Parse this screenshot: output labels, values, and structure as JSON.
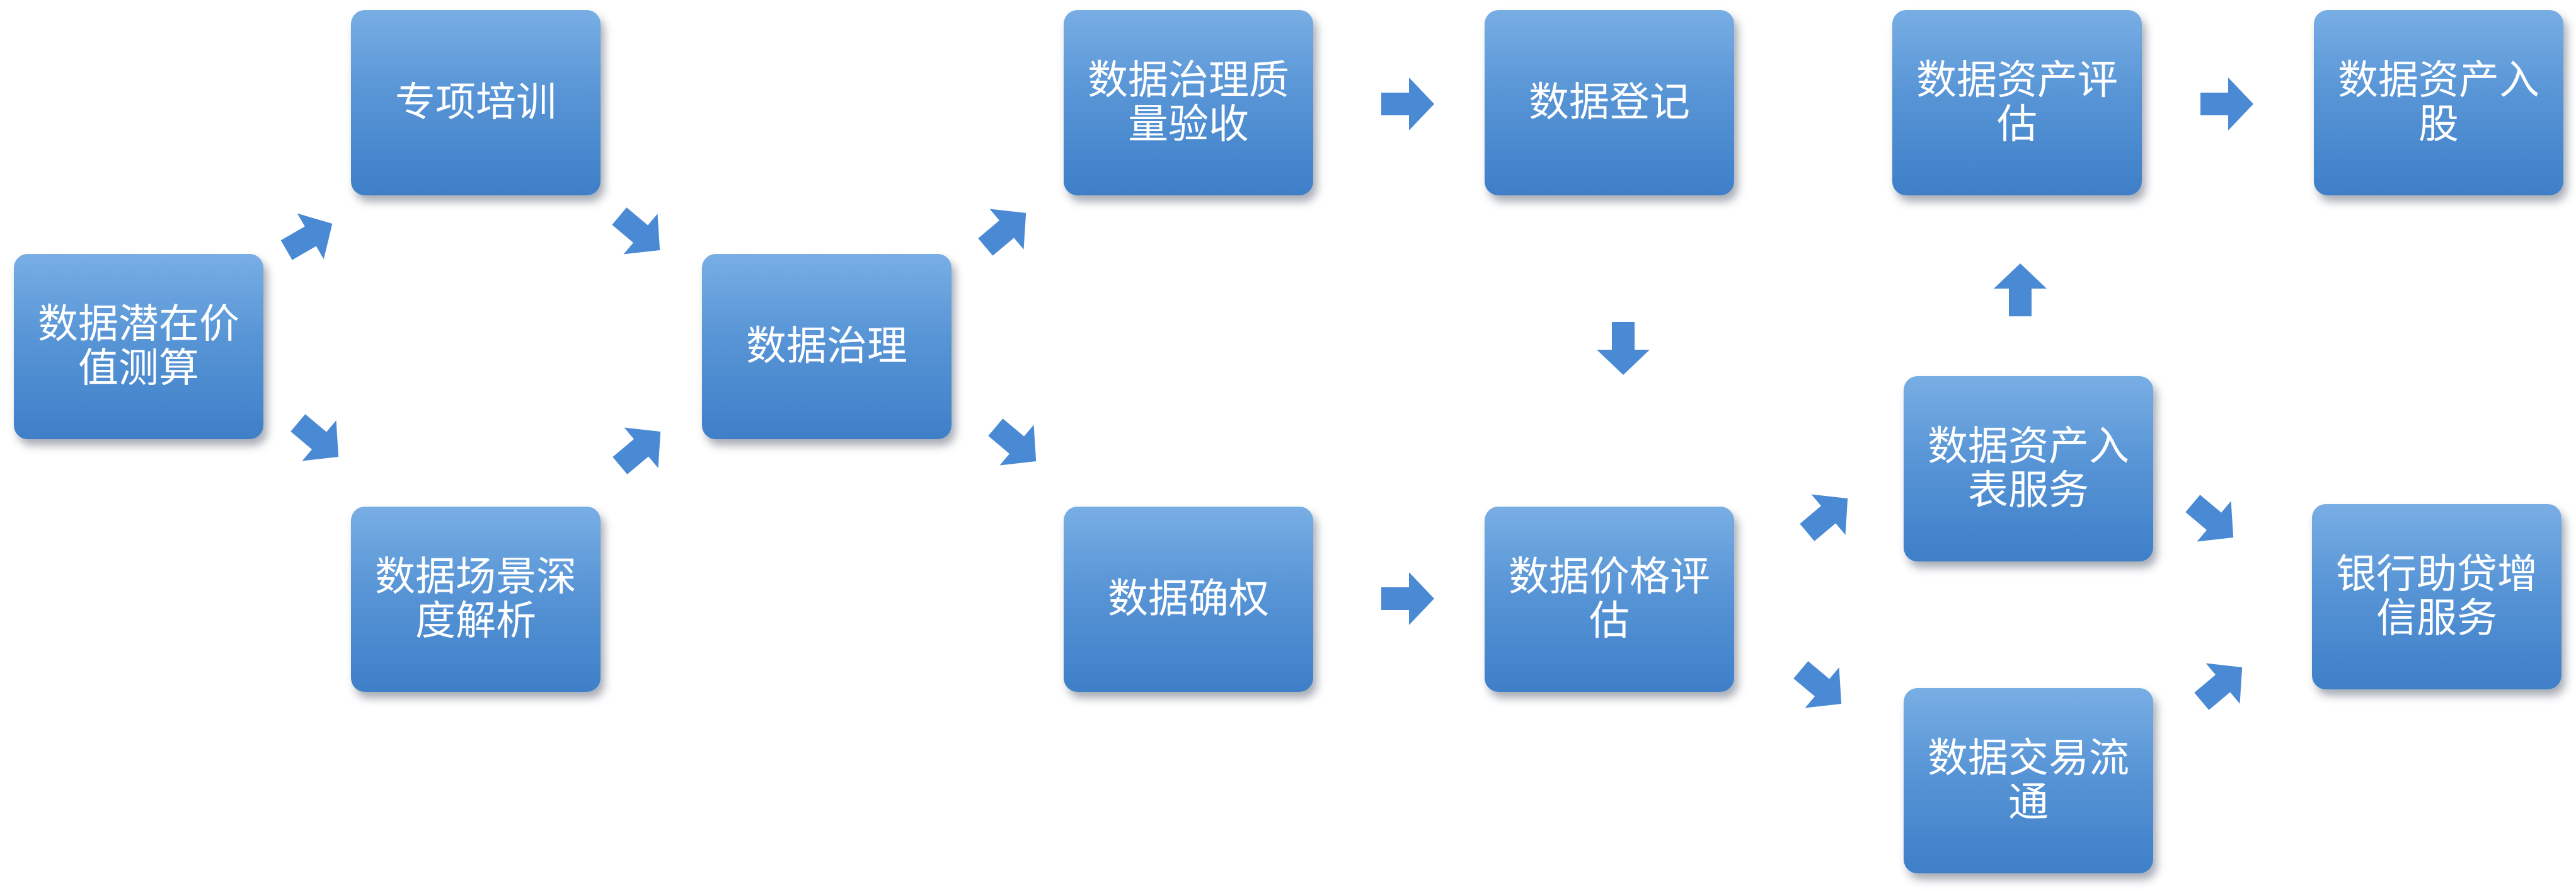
{
  "colors": {
    "node_fill": "#5a97d8",
    "node_text": "#ffffff",
    "arrow_fill": "#4a8ad4"
  },
  "nodes": {
    "calc": "数据潜在价值测算",
    "training": "专项培训",
    "scenario": "数据场景深度解析",
    "governance": "数据治理",
    "quality": "数据治理质量验收",
    "register": "数据登记",
    "rights": "数据确权",
    "price": "数据价格评估",
    "asset_eval": "数据资产评估",
    "equity": "数据资产入股",
    "table": "数据资产入表服务",
    "trade": "数据交易流通",
    "bank": "银行助贷增信服务"
  }
}
